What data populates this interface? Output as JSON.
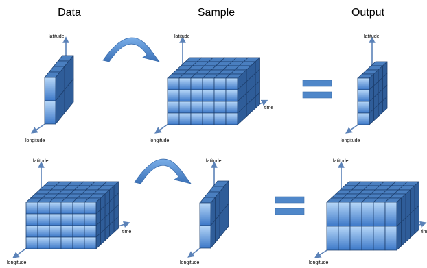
{
  "headers": {
    "data": "Data",
    "sample": "Sample",
    "output": "Output"
  },
  "axis_labels": {
    "latitude": "latitude",
    "longitude": "longitude",
    "time": "time"
  },
  "colors": {
    "cube_front_light": "#b8d8f8",
    "cube_front_dark": "#3c78c8",
    "cube_top": "#4a7fc0",
    "cube_side": "#2f5d99",
    "cube_edge": "#1d3f6e",
    "axis": "#5b82b8",
    "arrow_fill": "#5a8fd0",
    "arrow_edge": "#3e6fae",
    "equals_fill": "#4f87c9"
  }
}
